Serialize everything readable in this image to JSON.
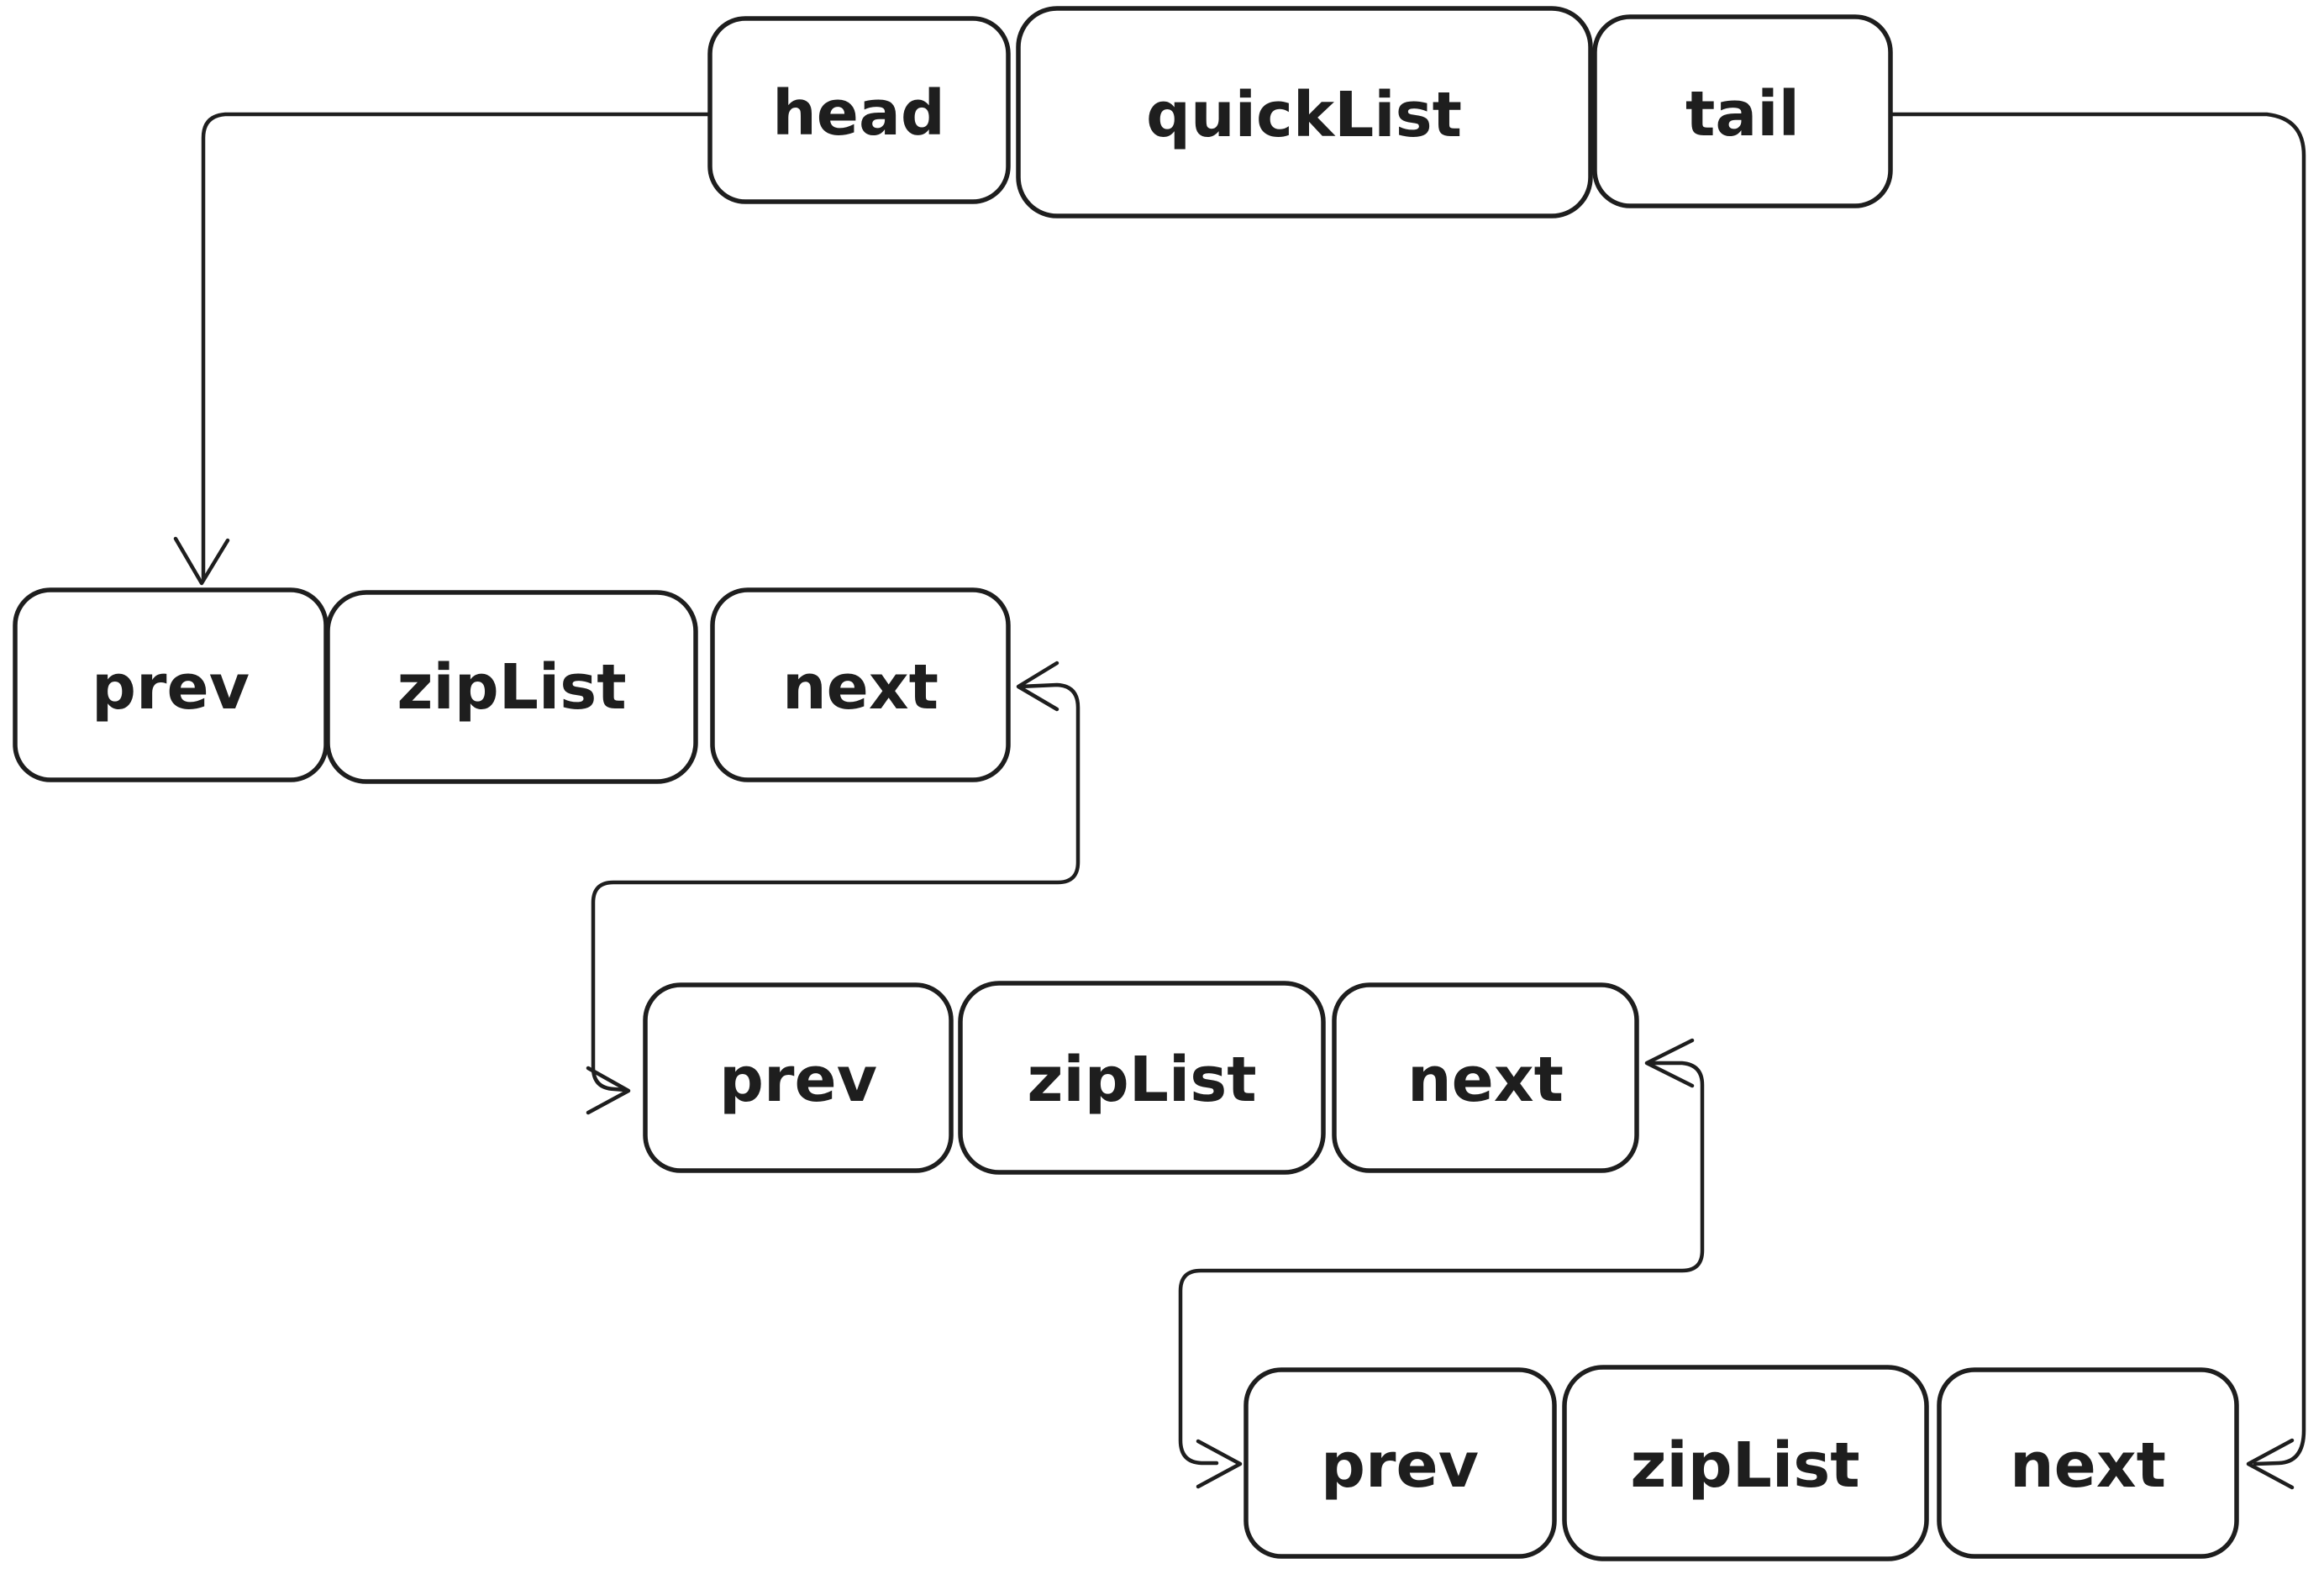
{
  "diagram": {
    "background_color": "#ffffff",
    "stroke_color": "#1e1e1e",
    "text_color": "#1e1e1e",
    "header": {
      "head_label": "head",
      "quicklist_label": "quickList",
      "tail_label": "tail"
    },
    "nodes": [
      {
        "prev_label": "prev",
        "ziplist_label": "zipList",
        "next_label": "next"
      },
      {
        "prev_label": "prev",
        "ziplist_label": "zipList",
        "next_label": "next"
      },
      {
        "prev_label": "prev",
        "ziplist_label": "zipList",
        "next_label": "next"
      }
    ]
  }
}
